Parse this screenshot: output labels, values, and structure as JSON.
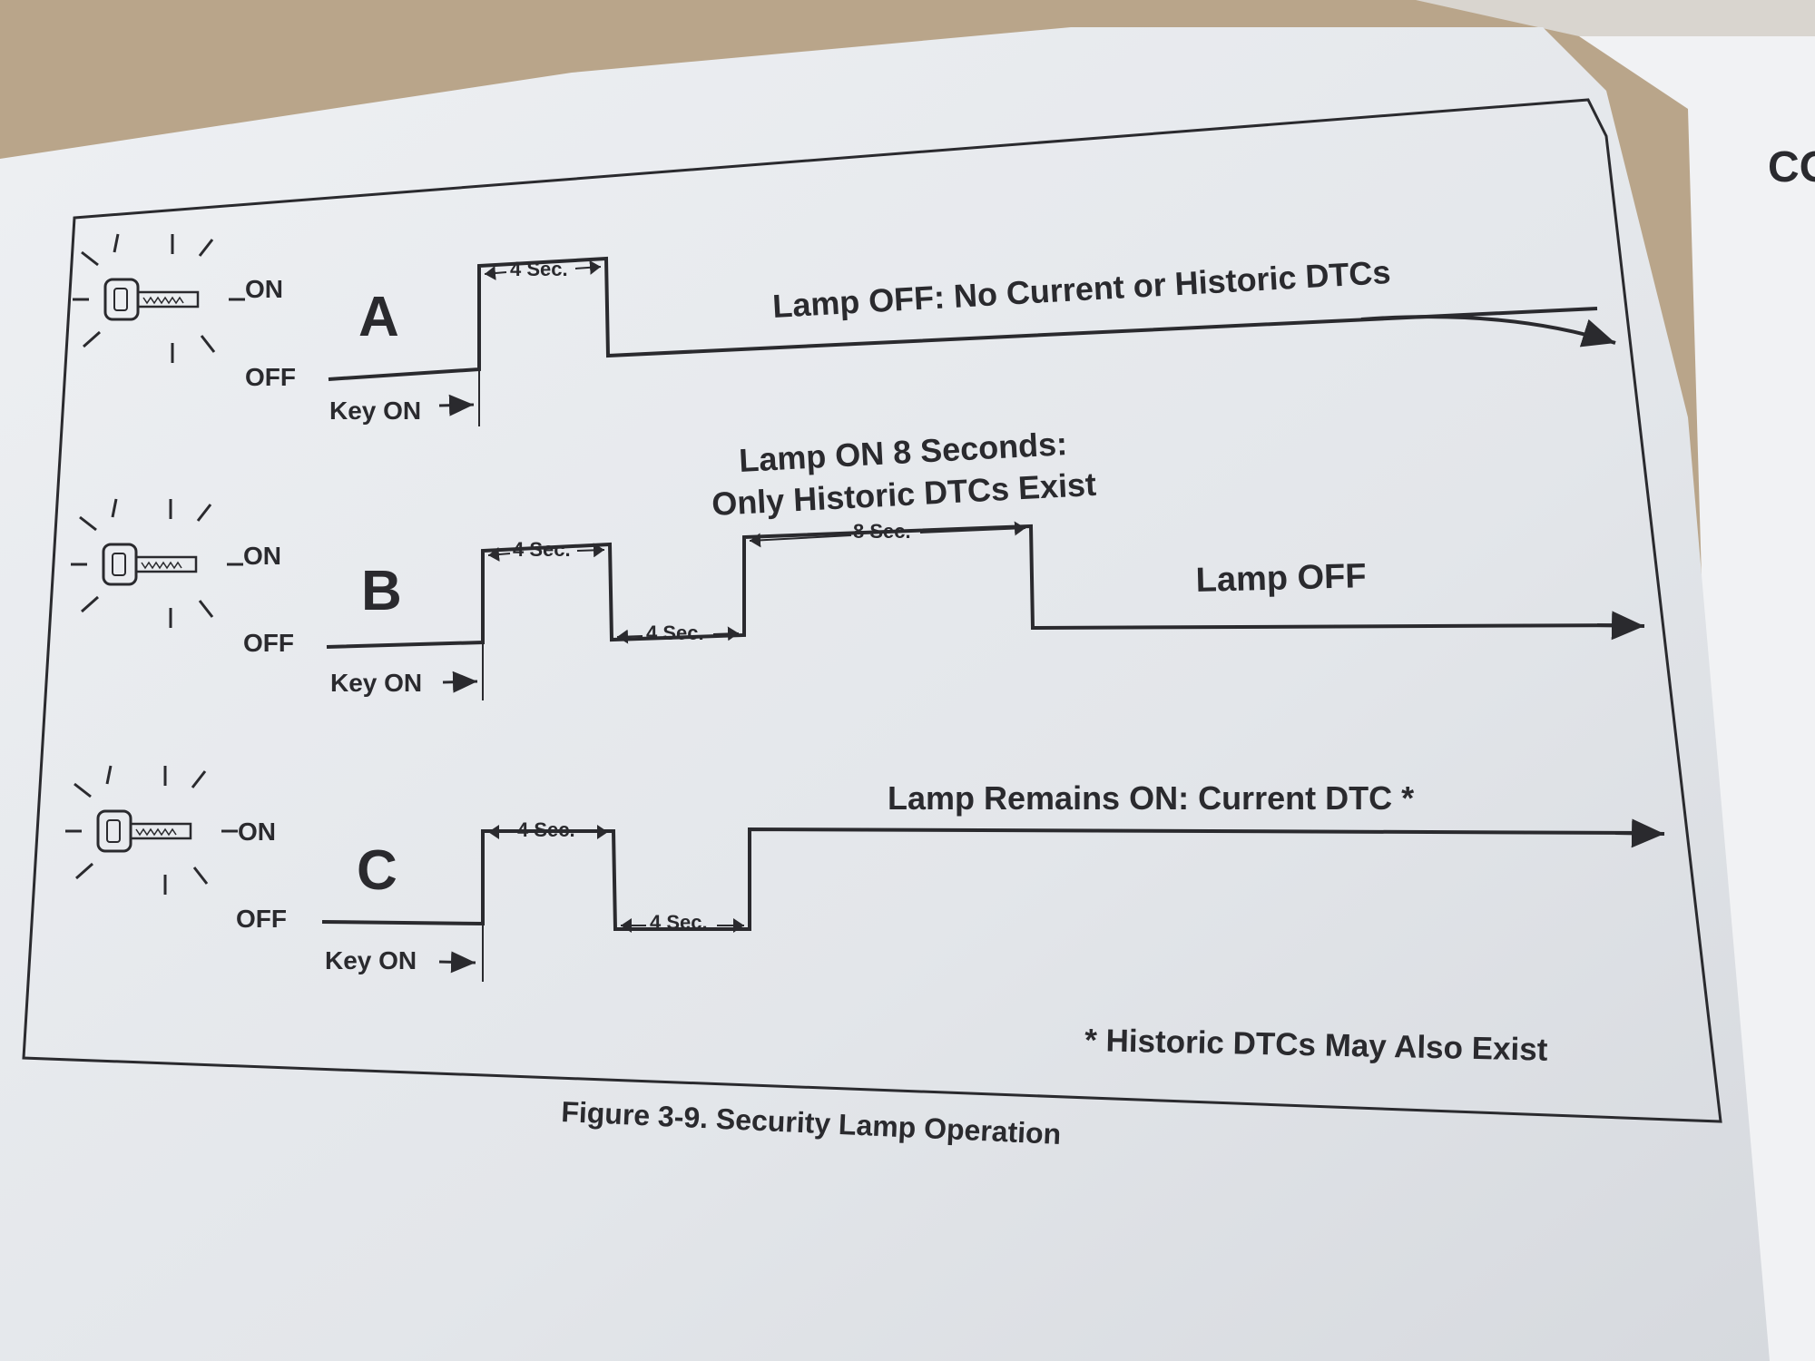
{
  "figure": {
    "caption": "Figure 3-9. Security Lamp Operation",
    "footnote": "* Historic DTCs May Also Exist"
  },
  "rows": [
    {
      "id": "A",
      "on_label": "ON",
      "off_label": "OFF",
      "key_on_label": "Key ON",
      "intervals": [
        "4 Sec."
      ],
      "result_label": "Lamp OFF: No Current or Historic DTCs"
    },
    {
      "id": "B",
      "on_label": "ON",
      "off_label": "OFF",
      "key_on_label": "Key ON",
      "intervals": [
        "4 Sec.",
        "4 Sec.",
        "8 Sec."
      ],
      "heading_line1": "Lamp ON 8 Seconds:",
      "heading_line2": "Only Historic DTCs Exist",
      "result_label": "Lamp OFF"
    },
    {
      "id": "C",
      "on_label": "ON",
      "off_label": "OFF",
      "key_on_label": "Key ON",
      "intervals": [
        "4 Sec.",
        "4 Sec."
      ],
      "result_label": "Lamp Remains ON: Current DTC *"
    }
  ],
  "icons": {
    "row_icon": "key-lamp-icon",
    "arrow": "arrow-right-icon"
  },
  "colors": {
    "ink": "#2a2a2e",
    "page": "#e4e6ea",
    "background": "#b9a58a"
  }
}
